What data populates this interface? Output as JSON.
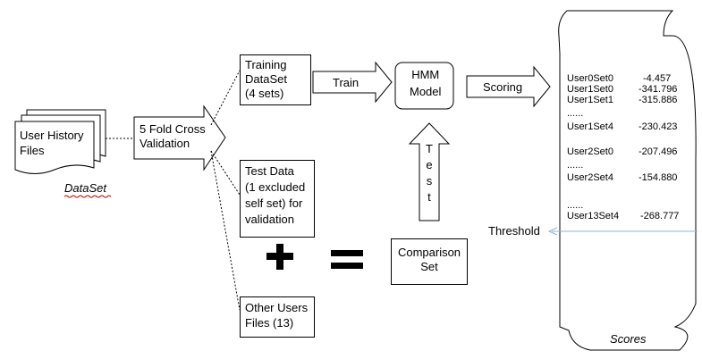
{
  "dataset": {
    "file_lines": [
      "User History",
      "Files"
    ],
    "caption": "DataSet"
  },
  "cross_validation": {
    "lines": [
      "5 Fold Cross",
      "Validation"
    ]
  },
  "training": {
    "lines": [
      "Training",
      "DataSet",
      "(4 sets)"
    ]
  },
  "train_arrow": "Train",
  "hmm": {
    "lines": [
      "HMM",
      "Model"
    ]
  },
  "scoring_arrow": "Scoring",
  "test_arrow_letters": [
    "T",
    "e",
    "s",
    "t"
  ],
  "test_data": {
    "lines": [
      "Test Data",
      "(1 excluded",
      "self set) for",
      "validation"
    ]
  },
  "other_users": {
    "lines": [
      "Other Users",
      "Files (13)"
    ]
  },
  "comparison": {
    "lines": [
      "Comparison",
      "Set"
    ]
  },
  "operators": {
    "plus": "+",
    "equals": "="
  },
  "threshold": "Threshold",
  "scores_caption": "Scores",
  "scores": {
    "rows": [
      {
        "label": "User0Set0",
        "value": "-4.457"
      },
      {
        "label": "User1Set0",
        "value": "-341.796"
      },
      {
        "label": "User1Set1",
        "value": "-315.886"
      },
      {
        "label": "......",
        "value": ""
      },
      {
        "label": "User1Set4",
        "value": "-230.423"
      },
      {
        "label": "User2Set0",
        "value": "-207.496"
      },
      {
        "label": "......",
        "value": ""
      },
      {
        "label": "User2Set4",
        "value": "-154.880"
      },
      {
        "label": "......",
        "value": ""
      },
      {
        "label": "User13Set4",
        "value": "-268.777"
      }
    ]
  },
  "colors": {
    "line": "#000000",
    "threshold_arrow": "#8fb4d6",
    "squiggle": "#c00000"
  }
}
